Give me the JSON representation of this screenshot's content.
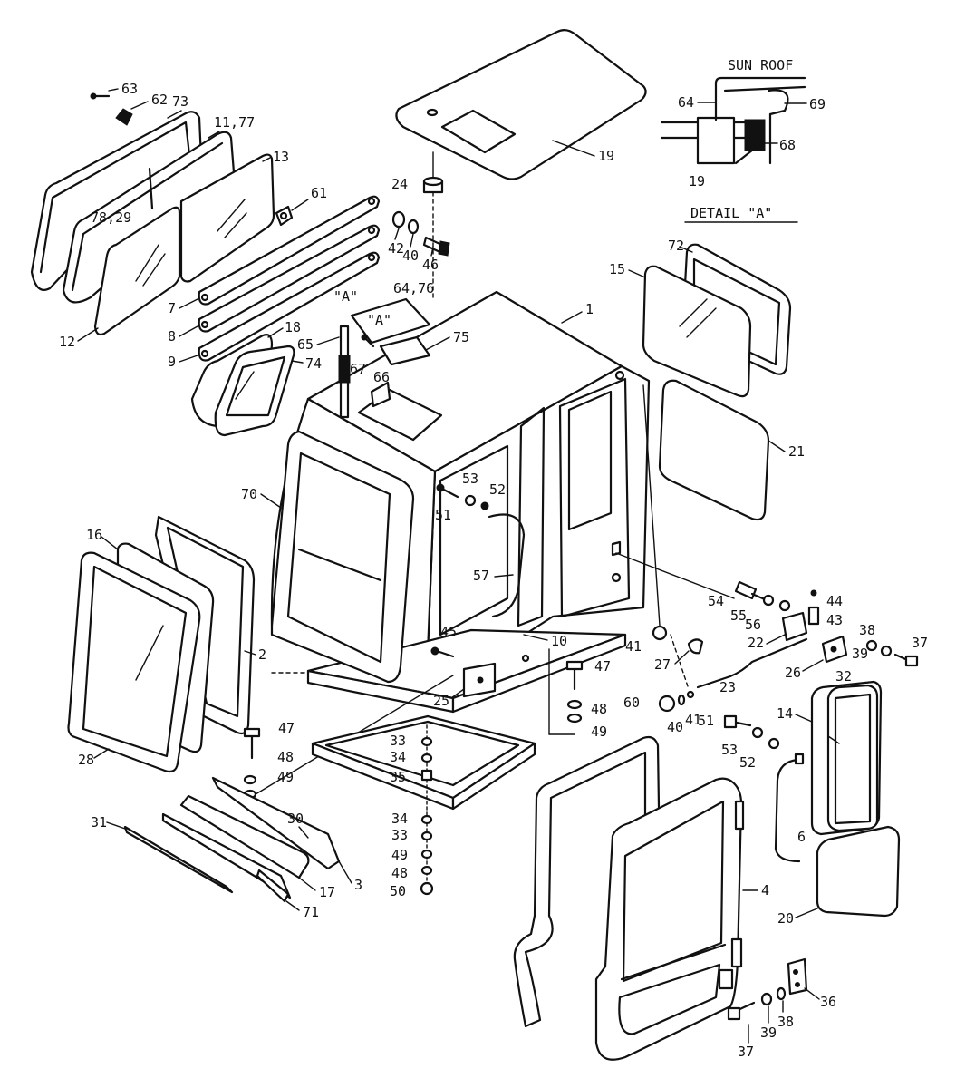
{
  "detail": {
    "sun_roof_label": "SUN ROOF",
    "detail_a_label": "DETAIL \"A\"",
    "marker_a": "\"A\""
  },
  "callouts": {
    "c1": "1",
    "c2": "2",
    "c3": "3",
    "c4": "4",
    "c6": "6",
    "c7": "7",
    "c8": "8",
    "c9": "9",
    "c10": "10",
    "c11_77": "11,77",
    "c12": "12",
    "c13": "13",
    "c14": "14",
    "c15": "15",
    "c16": "16",
    "c17": "17",
    "c18": "18",
    "c19_top": "19",
    "c19_detail": "19",
    "c20": "20",
    "c21": "21",
    "c22": "22",
    "c23": "23",
    "c24": "24",
    "c25": "25",
    "c26": "26",
    "c27": "27",
    "c28": "28",
    "c30": "30",
    "c31": "31",
    "c32": "32",
    "c33_a": "33",
    "c33_b": "33",
    "c34_a": "34",
    "c34_b": "34",
    "c35": "35",
    "c36": "36",
    "c37_a": "37",
    "c37_b": "37",
    "c38_a": "38",
    "c38_b": "38",
    "c39_a": "39",
    "c39_b": "39",
    "c40_a": "40",
    "c40_b": "40",
    "c41_a": "41",
    "c41_b": "41",
    "c42": "42",
    "c43": "43",
    "c44": "44",
    "c45": "45",
    "c46": "46",
    "c47_a": "47",
    "c47_b": "47",
    "c48_a": "48",
    "c48_b": "48",
    "c48_c": "48",
    "c49_a": "49",
    "c49_b": "49",
    "c49_c": "49",
    "c50": "50",
    "c51_a": "51",
    "c51_b": "51",
    "c52_a": "52",
    "c52_b": "52",
    "c53_a": "53",
    "c53_b": "53",
    "c54": "54",
    "c55": "55",
    "c56": "56",
    "c57": "57",
    "c60": "60",
    "c61": "61",
    "c62": "62",
    "c63": "63",
    "c64": "64",
    "c64_76": "64,76",
    "c65": "65",
    "c66": "66",
    "c67": "67",
    "c68": "68",
    "c69": "69",
    "c70": "70",
    "c71": "71",
    "c72": "72",
    "c73": "73",
    "c74": "74",
    "c75": "75",
    "c78_29": "78,29"
  }
}
